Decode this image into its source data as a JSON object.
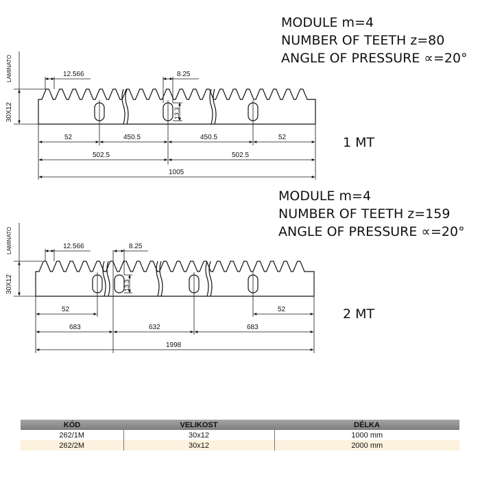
{
  "rack1": {
    "module": "MODULE m=4",
    "teeth": "NUMBER OF TEETH z=80",
    "angle": "ANGLE OF PRESSURE ∝=20°",
    "length_label": "1 MT",
    "section_label": "30X12",
    "material_label": "LAMINATO",
    "pitch": "12.566",
    "slot_width": "8.25",
    "slot_height": "13.3",
    "dims": {
      "end_left": "52",
      "slot_left": "450.5",
      "slot_right": "450.5",
      "end_right": "52",
      "half_left": "502.5",
      "half_right": "502.5",
      "total": "1005"
    }
  },
  "rack2": {
    "module": "MODULE m=4",
    "teeth": "NUMBER OF TEETH z=159",
    "angle": "ANGLE OF PRESSURE ∝=20°",
    "length_label": "2 MT",
    "section_label": "30X12",
    "material_label": "LAMINATO",
    "pitch": "12.566",
    "slot_width": "8.25",
    "slot_height": "13.3",
    "dims": {
      "end_left": "52",
      "end_right": "52",
      "seg_left": "683",
      "seg_mid": "632",
      "seg_right": "683",
      "total": "1998"
    }
  },
  "table": {
    "headers": [
      "KÓD",
      "VELIKOST",
      "DÉLKA"
    ],
    "rows": [
      [
        "262/1M",
        "30x12",
        "1000 mm"
      ],
      [
        "262/2M",
        "30x12",
        "2000 mm"
      ]
    ]
  }
}
